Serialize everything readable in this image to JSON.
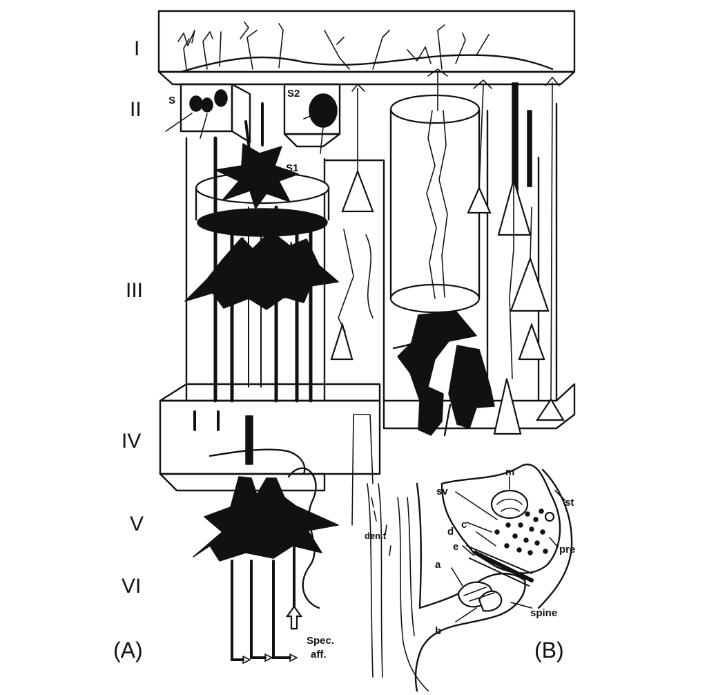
{
  "layers": [
    "I",
    "II",
    "III",
    "IV",
    "V",
    "VI"
  ],
  "panels": {
    "a": "(A)",
    "b": "(B)"
  },
  "labels_a": {
    "s_small": "S",
    "s2": "S2",
    "s1": "S1",
    "spec_aff_1": "Spec.",
    "spec_aff_2": "aff."
  },
  "labels_b": {
    "m": "m",
    "sv": "sv",
    "st": "st",
    "c_top": "c",
    "d": "d",
    "e": "e",
    "pre": "pre",
    "a": "a",
    "den_t": "den.t",
    "spine": "spine",
    "b": "b"
  },
  "colors": {
    "ink": "#111111",
    "paper": "#ffffff"
  }
}
